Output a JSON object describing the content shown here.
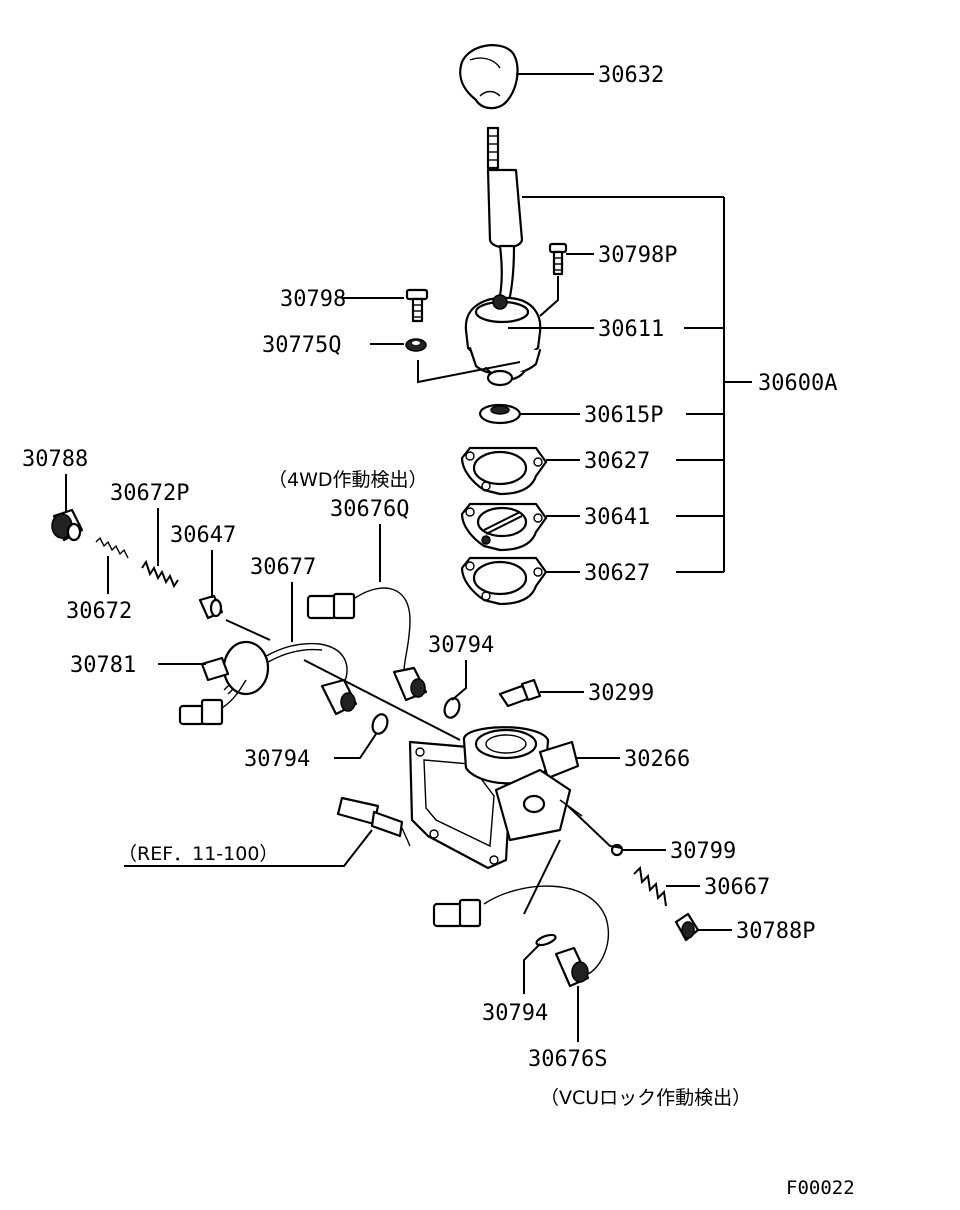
{
  "labels": {
    "p30632": "30632",
    "p30798p": "30798P",
    "p30798": "30798",
    "p30611": "30611",
    "p30775q": "30775Q",
    "p30600a": "30600A",
    "p30615p": "30615P",
    "p30627a": "30627",
    "p30641": "30641",
    "p30627b": "30627",
    "p30788": "30788",
    "p30672p": "30672P",
    "p30647": "30647",
    "p30676q": "30676Q",
    "p30677": "30677",
    "p30672": "30672",
    "p30794a": "30794",
    "p30781": "30781",
    "p30299": "30299",
    "p30266": "30266",
    "p30794b": "30794",
    "p30799": "30799",
    "p30667": "30667",
    "p30788p": "30788P",
    "p30794c": "30794",
    "p30676s": "30676S"
  },
  "notes": {
    "note_4wd": "（4WD作動検出）",
    "note_ref": "（REF．11-100）",
    "note_vcu": "（VCUロック作動検出）"
  },
  "figure_code": "F00022"
}
